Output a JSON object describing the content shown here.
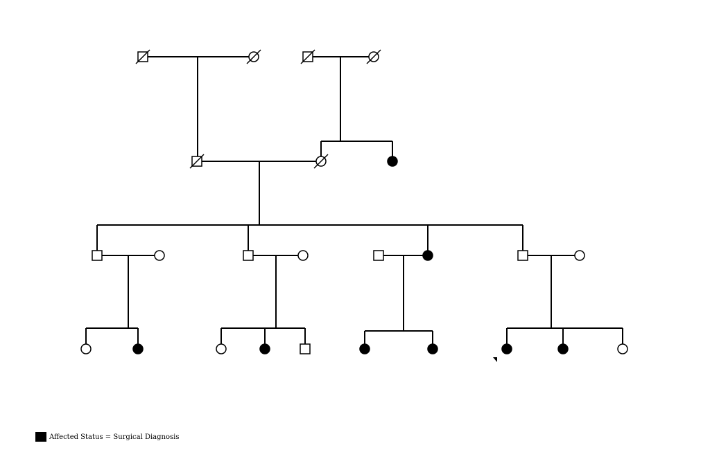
{
  "colors": {
    "line": "#000000",
    "affected_fill": "#000000",
    "unaffected_fill": "#ffffff"
  },
  "legend": {
    "swatch_meaning": "affected",
    "text": "Affected Status = Surgical Diagnosis"
  },
  "pedigree": {
    "generations": [
      {
        "generation": 1,
        "individuals": [
          {
            "id": "g1-paternal-grandfather",
            "sex": "male",
            "affected": false,
            "deceased": true
          },
          {
            "id": "g1-paternal-grandmother",
            "sex": "female",
            "affected": false,
            "deceased": true
          },
          {
            "id": "g1-maternal-grandfather",
            "sex": "male",
            "affected": false,
            "deceased": true
          },
          {
            "id": "g1-maternal-grandmother",
            "sex": "female",
            "affected": false,
            "deceased": true
          }
        ]
      },
      {
        "generation": 2,
        "individuals": [
          {
            "id": "g2-father",
            "sex": "male",
            "affected": false,
            "deceased": true
          },
          {
            "id": "g2-mother",
            "sex": "female",
            "affected": false,
            "deceased": true
          },
          {
            "id": "g2-maternal-aunt",
            "sex": "female",
            "affected": true,
            "deceased": false
          }
        ]
      },
      {
        "generation": 3,
        "individuals": [
          {
            "id": "g3-son-1",
            "sex": "male",
            "affected": false,
            "deceased": false
          },
          {
            "id": "g3-son-1-spouse",
            "sex": "female",
            "affected": false,
            "deceased": false
          },
          {
            "id": "g3-son-2",
            "sex": "male",
            "affected": false,
            "deceased": false
          },
          {
            "id": "g3-son-2-spouse",
            "sex": "female",
            "affected": false,
            "deceased": false
          },
          {
            "id": "g3-daughter-spouse",
            "sex": "male",
            "affected": false,
            "deceased": false
          },
          {
            "id": "g3-daughter",
            "sex": "female",
            "affected": true,
            "deceased": false
          },
          {
            "id": "g3-son-3",
            "sex": "male",
            "affected": false,
            "deceased": false
          },
          {
            "id": "g3-son-3-spouse",
            "sex": "female",
            "affected": false,
            "deceased": false
          }
        ]
      },
      {
        "generation": 4,
        "individuals": [
          {
            "id": "g4-family1-daughter-1",
            "sex": "female",
            "affected": false,
            "deceased": false
          },
          {
            "id": "g4-family1-daughter-2",
            "sex": "female",
            "affected": true,
            "deceased": false
          },
          {
            "id": "g4-family2-daughter-1",
            "sex": "female",
            "affected": false,
            "deceased": false
          },
          {
            "id": "g4-family2-daughter-2",
            "sex": "female",
            "affected": true,
            "deceased": false
          },
          {
            "id": "g4-family2-son",
            "sex": "male",
            "affected": false,
            "deceased": false
          },
          {
            "id": "g4-family3-daughter-1",
            "sex": "female",
            "affected": true,
            "deceased": false
          },
          {
            "id": "g4-family3-daughter-2",
            "sex": "female",
            "affected": true,
            "deceased": false
          },
          {
            "id": "g4-family4-proband",
            "sex": "female",
            "affected": true,
            "deceased": false,
            "proband": true
          },
          {
            "id": "g4-family4-daughter-2",
            "sex": "female",
            "affected": true,
            "deceased": false
          },
          {
            "id": "g4-family4-daughter-3",
            "sex": "female",
            "affected": false,
            "deceased": false
          }
        ]
      }
    ]
  }
}
